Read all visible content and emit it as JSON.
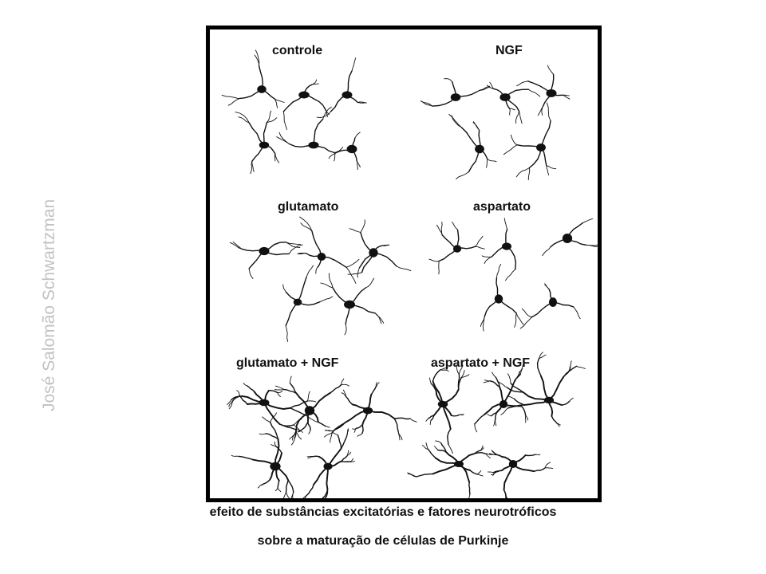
{
  "panels": [
    {
      "label": "controle"
    },
    {
      "label": "NGF"
    },
    {
      "label": "glutamato"
    },
    {
      "label": "aspartato"
    },
    {
      "label": "glutamato + NGF"
    },
    {
      "label": "aspartato + NGF"
    }
  ],
  "credit": "José Salomão Schwartzman",
  "caption": {
    "line1": "efeito de substâncias excitatórias e fatores neurotróficos",
    "line2": "sobre a maturação de células de Purkinje"
  },
  "colors": {
    "ink": "#111111",
    "frame": "#000000",
    "credit": "#c2c2c2"
  }
}
